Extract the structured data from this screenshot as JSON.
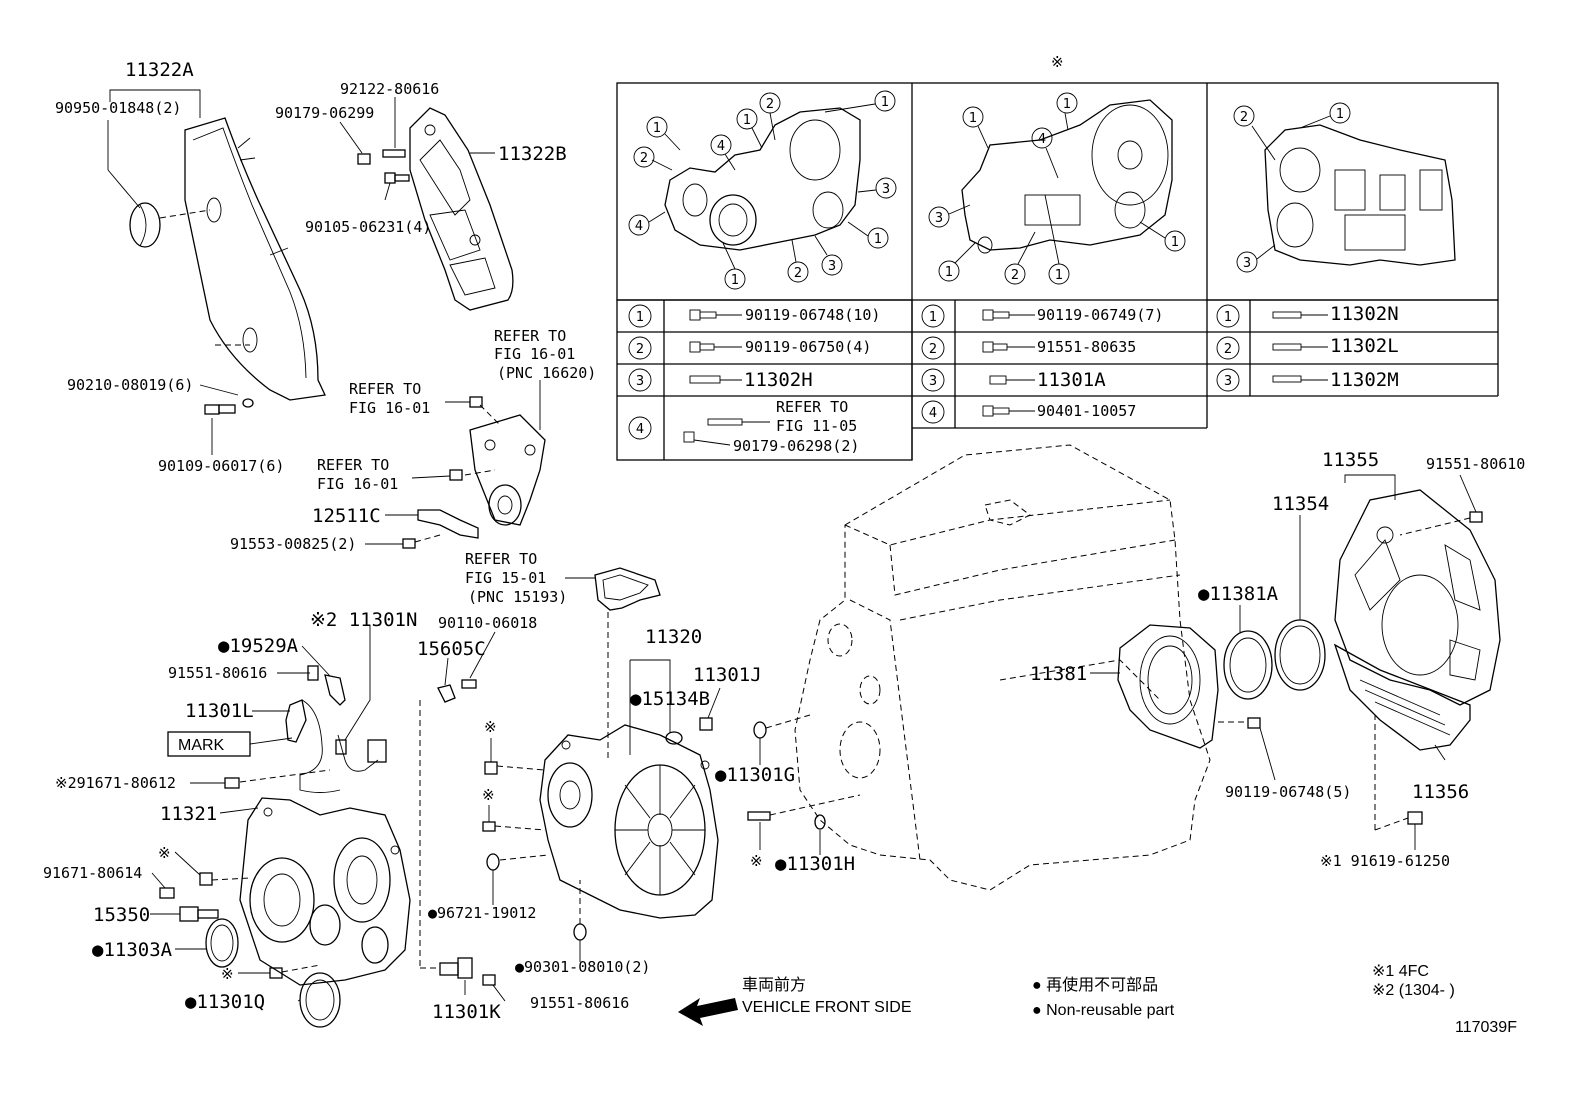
{
  "labels": {
    "p11322A": "11322A",
    "p90950_01848": "90950-01848(2)",
    "p92122_80616": "92122-80616",
    "p90179_06299": "90179-06299",
    "p11322B": "11322B",
    "p90105_06231": "90105-06231(4)",
    "p90210_08019": "90210-08019(6)",
    "p90109_06017": "90109-06017(6)",
    "refer_16_01_pnc_a": "REFER TO",
    "refer_16_01_pnc_b": "FIG 16-01",
    "refer_16_01_pnc_c": "(PNC 16620)",
    "refer_16_01_a1": "REFER TO",
    "refer_16_01_a2": "FIG 16-01",
    "refer_16_01_b1": "REFER TO",
    "refer_16_01_b2": "FIG 16-01",
    "p12511C": "12511C",
    "p91553_00825": "91553-00825(2)",
    "refer_15_01_a": "REFER TO",
    "refer_15_01_b": "FIG 15-01",
    "refer_15_01_c": "(PNC 15193)",
    "p11301N": "※2 11301N",
    "p19529A": "●19529A",
    "p91551_80616a": "91551-80616",
    "p11301L": "11301L",
    "mark": "MARK",
    "p91671_80612": "※291671-80612",
    "p11321": "11321",
    "p91671_80614": "91671-80614",
    "p15350": "15350",
    "p11303A": "●11303A",
    "p11301Q": "●11301Q",
    "kome1": "※",
    "kome2": "※",
    "p90110_06018": "90110-06018",
    "p15605C": "15605C",
    "p11320": "11320",
    "p11301J": "11301J",
    "p15134B": "●15134B",
    "kome3": "※",
    "kome4": "※",
    "p96721_19012": "●96721-19012",
    "p90301_08010": "●90301-08010(2)",
    "p11301K": "11301K",
    "p91551_80616b": "91551-80616",
    "p11301G": "●11301G",
    "kome5": "※",
    "p11301H": "●11301H",
    "p11381": "11381",
    "p11381A": "●11381A",
    "p11355": "11355",
    "p91551_80610": "91551-80610",
    "p11354": "11354",
    "p90119_06748_5": "90119-06748(5)",
    "p11356": "11356",
    "p91619_61250": "※1 91619-61250",
    "kome_top": "※"
  },
  "table": {
    "col1": [
      {
        "num": "1",
        "part": "90119-06748(10)"
      },
      {
        "num": "2",
        "part": "90119-06750(4)"
      },
      {
        "num": "3",
        "part": "11302H"
      },
      {
        "num": "4",
        "part_a1": "REFER TO",
        "part_a2": "FIG 11-05",
        "part_b": "90179-06298(2)"
      }
    ],
    "col2": [
      {
        "num": "1",
        "part": "90119-06749(7)"
      },
      {
        "num": "2",
        "part": "91551-80635"
      },
      {
        "num": "3",
        "part": "11301A"
      },
      {
        "num": "4",
        "part": "90401-10057"
      }
    ],
    "col3": [
      {
        "num": "1",
        "part": "11302N"
      },
      {
        "num": "2",
        "part": "11302L"
      },
      {
        "num": "3",
        "part": "11302M"
      }
    ]
  },
  "legend": {
    "direction_jp": "車両前方",
    "direction_en": "VEHICLE FRONT SIDE",
    "nonreuse_jp": "● 再使用不可部品",
    "nonreuse_en": "● Non-reusable part",
    "note1": "※1 4FC",
    "note2": "※2 (1304-      )",
    "figure_id": "117039F"
  }
}
